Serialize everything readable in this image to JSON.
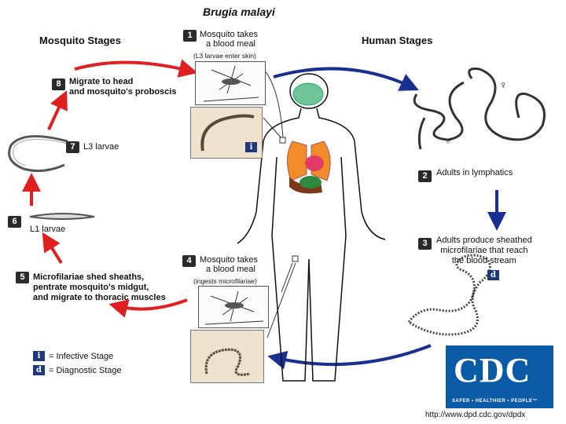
{
  "title": "Brugia malayi",
  "headers": {
    "mosquito": "Mosquito Stages",
    "human": "Human Stages"
  },
  "steps": {
    "s1": {
      "num": "1",
      "line1": "Mosquito takes",
      "line2": "a blood meal",
      "note": "(L3 larvae enter skin)"
    },
    "s2": {
      "num": "2",
      "line1": "Adults in lymphatics"
    },
    "s3": {
      "num": "3",
      "line1": "Adults produce sheathed",
      "line2": "microfilariae that reach",
      "line3": "the blood stream"
    },
    "s4": {
      "num": "4",
      "line1": "Mosquito takes",
      "line2": "a blood meal",
      "note": "(ingests microfilariae)"
    },
    "s5": {
      "num": "5",
      "line1": "Microfilariae shed sheaths,",
      "line2": "pentrate mosquito's midgut,",
      "line3": "and migrate to thoracic muscles"
    },
    "s6": {
      "num": "6",
      "line1": "L1 larvae"
    },
    "s7": {
      "num": "7",
      "line1": "L3 larvae"
    },
    "s8": {
      "num": "8",
      "line1": "Migrate to head",
      "line2": "and mosquito's proboscis"
    }
  },
  "legend": {
    "infective_symbol": "i",
    "infective": "= Infective Stage",
    "diagnostic_symbol": "d",
    "diagnostic": "= Diagnostic Stage"
  },
  "sex_symbols": {
    "male": "♂",
    "female": "♀"
  },
  "logo": {
    "letters": "CDC",
    "tagline": "SAFER • HEALTHIER • PEOPLE™"
  },
  "url": "http://www.dpd.cdc.gov/dpdx",
  "colors": {
    "mosquito_cycle": "#e02020",
    "human_cycle": "#1a2f8f",
    "cdc_blue": "#0b5aa6"
  }
}
